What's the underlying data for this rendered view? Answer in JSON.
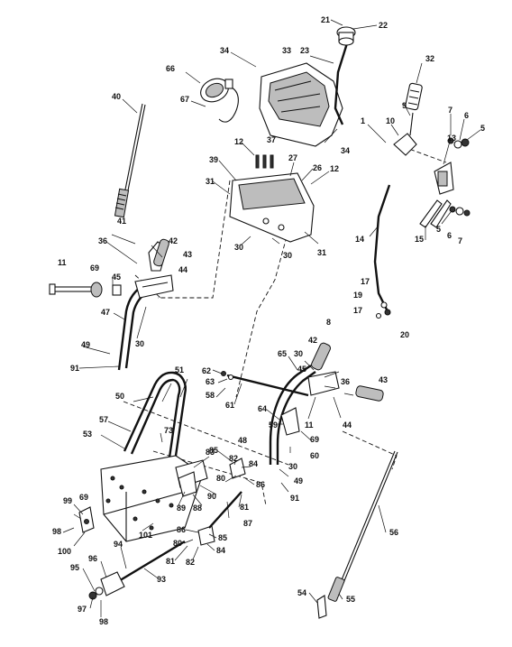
{
  "diagram": {
    "callouts": [
      "21",
      "22",
      "34",
      "33",
      "23",
      "32",
      "66",
      "67",
      "40",
      "9",
      "1",
      "10",
      "7",
      "6",
      "5",
      "13",
      "12",
      "37",
      "27",
      "26",
      "12",
      "34",
      "39",
      "31",
      "31",
      "30",
      "30",
      "14",
      "15",
      "5",
      "6",
      "7",
      "41",
      "42",
      "43",
      "36",
      "44",
      "45",
      "69",
      "11",
      "47",
      "30",
      "17",
      "19",
      "17",
      "20",
      "8",
      "49",
      "91",
      "62",
      "63",
      "58",
      "61",
      "51",
      "50",
      "65",
      "30",
      "42",
      "45",
      "36",
      "43",
      "64",
      "59",
      "11",
      "44",
      "69",
      "60",
      "30",
      "49",
      "91",
      "73",
      "57",
      "53",
      "83",
      "48",
      "85",
      "82",
      "84",
      "80",
      "86",
      "90",
      "88",
      "81",
      "87",
      "89",
      "99",
      "69",
      "98",
      "101",
      "100",
      "86",
      "85",
      "80",
      "84",
      "82",
      "81",
      "94",
      "56",
      "96",
      "95",
      "93",
      "97",
      "98",
      "54",
      "55"
    ]
  }
}
